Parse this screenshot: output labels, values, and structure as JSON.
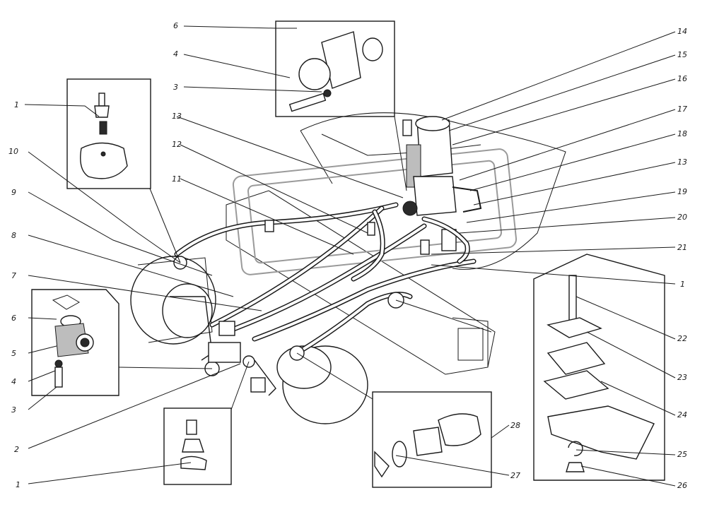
{
  "callouts": {
    "c1a": "1",
    "c1b": "1",
    "c1c": "1",
    "c2": "2",
    "c3a": "3",
    "c3b": "3",
    "c4a": "4",
    "c4b": "4",
    "c5": "5",
    "c6a": "6",
    "c6b": "6",
    "c7": "7",
    "c8": "8",
    "c9": "9",
    "c10": "10",
    "c11": "11",
    "c12": "12",
    "c13a": "13",
    "c13b": "13",
    "c14": "14",
    "c15": "15",
    "c16": "16",
    "c17": "17",
    "c18": "18",
    "c19": "19",
    "c20": "20",
    "c21": "21",
    "c22": "22",
    "c23": "23",
    "c24": "24",
    "c25": "25",
    "c26": "26",
    "c27": "27",
    "c28": "28"
  },
  "colors": {
    "ink": "#1a1a1a",
    "paper": "#ffffff",
    "watermark": "#9a9a9a"
  }
}
